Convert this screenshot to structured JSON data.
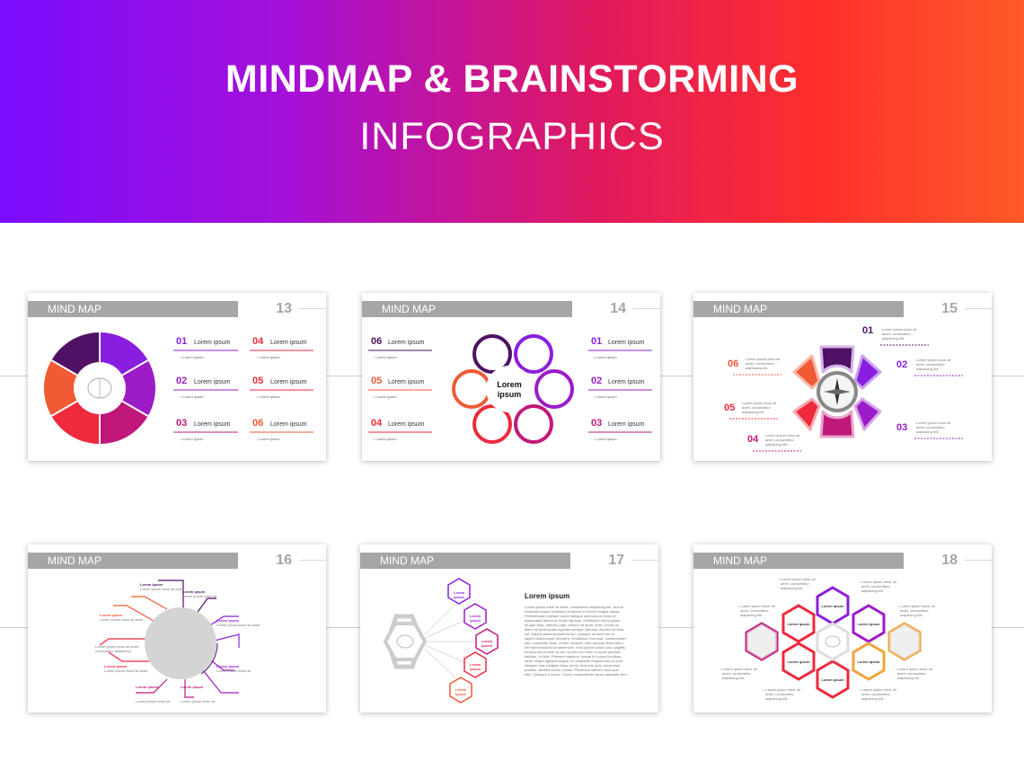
{
  "header": {
    "title_line1": "MINDMAP & BRAINSTORMING",
    "title_line2": "INFOGRAPHICS",
    "gradient": [
      "#7a0cff",
      "#e0195f",
      "#ff5a28"
    ]
  },
  "slide_label": "MIND MAP",
  "slides": [
    {
      "number": "13"
    },
    {
      "number": "14"
    },
    {
      "number": "15"
    },
    {
      "number": "16"
    },
    {
      "number": "17"
    },
    {
      "number": "18"
    }
  ],
  "common": {
    "lorem_ipsum": "Lorem ipsum",
    "lorem_ipsum_lower": "Lorem ipsum",
    "lorem_short": "Lorem\nipsum",
    "items": [
      "01",
      "02",
      "03",
      "04",
      "05",
      "06"
    ],
    "small_text": "Lorem ipsum dolor sit amet, consectetur adipiscing elit.",
    "heading17": "Lorem ipsum"
  },
  "colors": {
    "purple": "#8a1ee0",
    "dark_purple": "#4e1163",
    "magenta": "#c0187a",
    "red": "#ee2a3c",
    "orange": "#f05a34",
    "light_orange": "#f2a33a",
    "gray": "#a6a6a6"
  }
}
